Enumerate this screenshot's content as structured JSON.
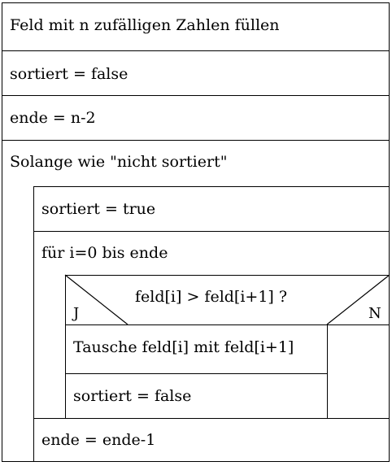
{
  "diagram": {
    "blocks": {
      "fill": "Feld mit n zufälligen Zahlen füllen",
      "sorted_false": "sortiert = false",
      "end_init": "ende = n-2",
      "while_label": "Solange wie \"nicht sortiert\"",
      "sorted_true": "sortiert = true",
      "for_label": "für i=0 bis ende",
      "if_condition": "feld[i] > feld[i+1] ?",
      "if_yes": "J",
      "if_no": "N",
      "swap": "Tausche feld[i] mit feld[i+1]",
      "sorted_false_inner": "sortiert = false",
      "end_decrement": "ende = ende-1"
    }
  }
}
